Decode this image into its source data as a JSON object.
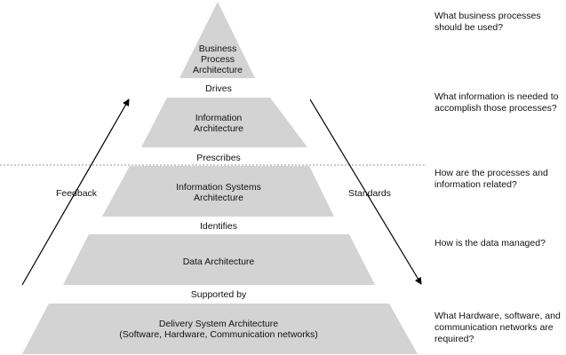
{
  "colors": {
    "tier_fill": "#d3d3d3",
    "text": "#111111",
    "arrow": "#000000",
    "divider": "#9a9a9a"
  },
  "tiers": [
    {
      "label": "Business\nProcess\nArchitecture"
    },
    {
      "label": "Information\nArchitecture"
    },
    {
      "label": "Information Systems\nArchitecture"
    },
    {
      "label": "Data Architecture"
    },
    {
      "label": "Delivery System Architecture\n(Software, Hardware, Communication networks)"
    }
  ],
  "connectors": [
    "Drives",
    "Prescribes",
    "Identifies",
    "Supported by"
  ],
  "side_labels": {
    "left": "Feedback",
    "right": "Standards"
  },
  "questions": [
    "What business processes\nshould be used?",
    "What information is needed to\naccomplish those processes?",
    "How are the processes and\ninformation related?",
    "How is the data managed?",
    "What Hardware, software, and\ncommunication networks are\nrequired?"
  ]
}
